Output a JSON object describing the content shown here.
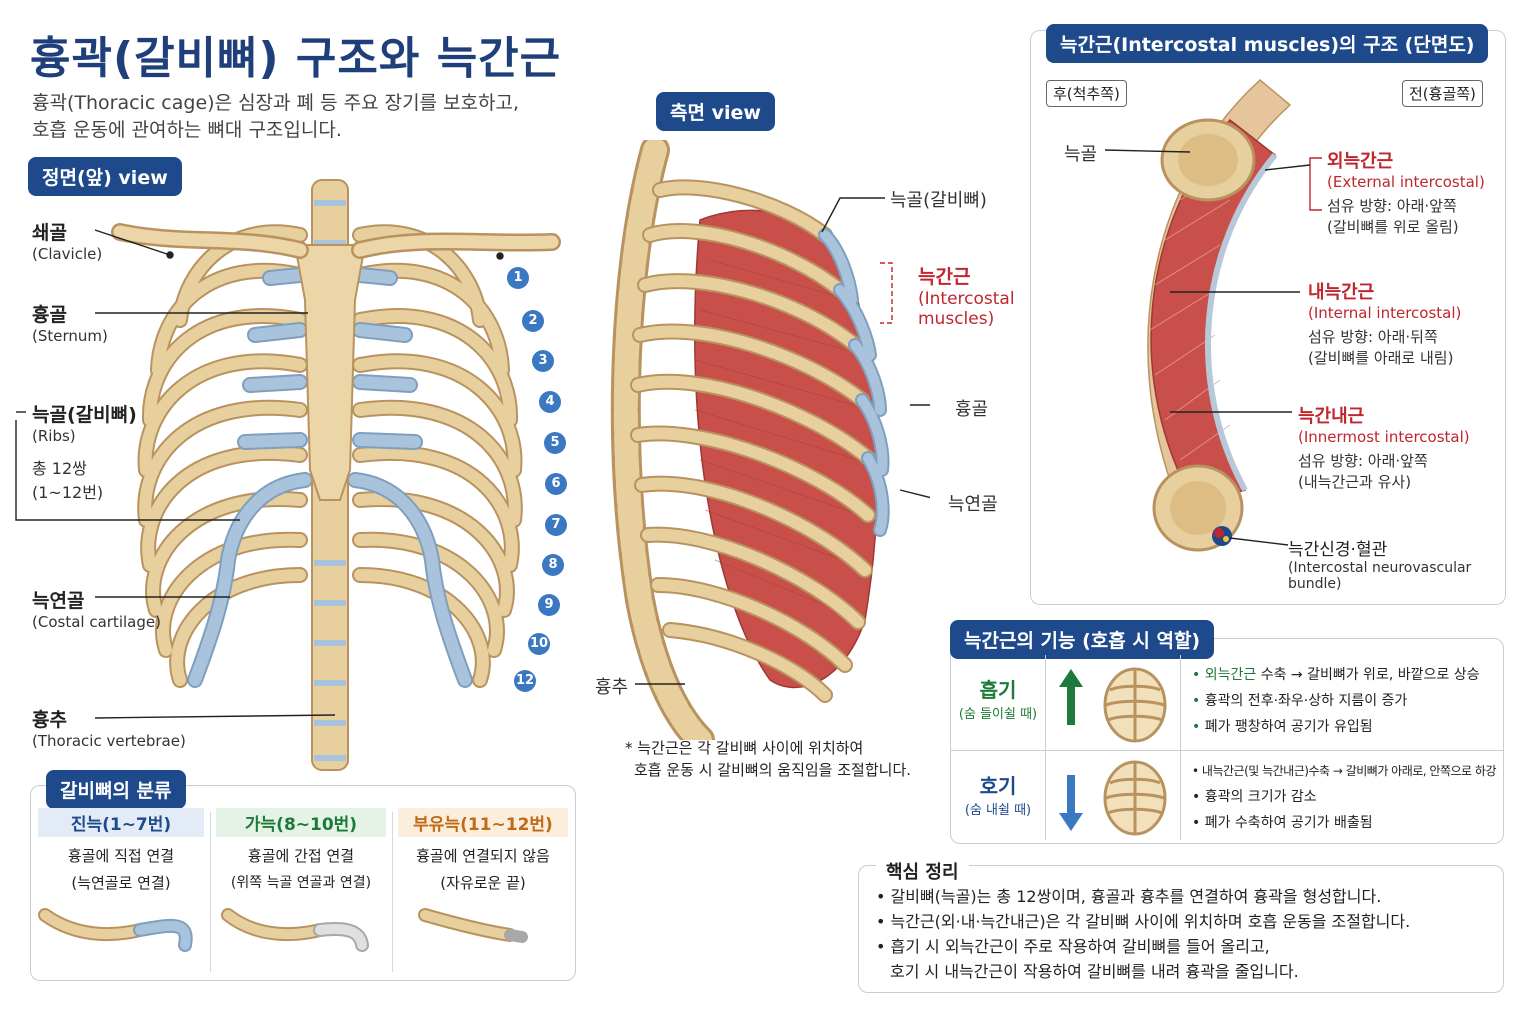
{
  "header": {
    "title": "흉곽(갈비뼈) 구조와 늑간근",
    "subtitle_line1": "흉곽(Thoracic cage)은 심장과 폐 등 주요 장기를 보호하고,",
    "subtitle_line2": "호흡 운동에 관여하는 뼈대 구조입니다."
  },
  "front_view": {
    "tab": "정면(앞) view",
    "clavicle": {
      "main": "쇄골",
      "sub": "(Clavicle)"
    },
    "sternum": {
      "main": "흉골",
      "sub": "(Sternum)"
    },
    "ribs": {
      "main": "늑골(갈비뼈)",
      "sub": "(Ribs)",
      "count1": "총 12쌍",
      "count2": "(1~12번)"
    },
    "cartilage": {
      "main": "늑연골",
      "sub": "(Costal cartilage)"
    },
    "vertebrae": {
      "main": "흉추",
      "sub": "(Thoracic vertebrae)"
    },
    "rib_numbers": [
      "1",
      "2",
      "3",
      "4",
      "5",
      "6",
      "7",
      "8",
      "9",
      "10",
      "12"
    ]
  },
  "side_view": {
    "tab": "측면 view",
    "rib_label": "늑골(갈비뼈)",
    "intercostal_main": "늑간근",
    "intercostal_sub1": "(Intercostal",
    "intercostal_sub2": "muscles)",
    "sternum_label": "흉골",
    "cartilage_label": "늑연골",
    "vertebra_label": "흉추",
    "note_line1": "* 늑간근은 각 갈비뼈 사이에 위치하여",
    "note_line2": "호흡 운동 시 갈비뼈의 움직임을 조절합니다."
  },
  "cross_section": {
    "tab": "늑간근(Intercostal muscles)의 구조 (단면도)",
    "back_tag": "후(척추쪽)",
    "front_tag": "전(흉골쪽)",
    "rib_label": "늑골",
    "external": {
      "main": "외늑간근",
      "sub": "(External intercostal)",
      "d1": "섬유 방향: 아래·앞쪽",
      "d2": "(갈비뼈를 위로 올림)"
    },
    "internal": {
      "main": "내늑간근",
      "sub": "(Internal intercostal)",
      "d1": "섬유 방향: 아래·뒤쪽",
      "d2": "(갈비뼈를 아래로 내림)"
    },
    "innermost": {
      "main": "늑간내근",
      "sub": "(Innermost intercostal)",
      "d1": "섬유 방향: 아래·앞쪽",
      "d2": "(내늑간근과 유사)"
    },
    "nerve": {
      "main": "늑간신경·혈관",
      "sub1": "(Intercostal neurovascular",
      "sub2": "bundle)"
    }
  },
  "functions": {
    "tab": "늑간근의 기능 (호흡 시 역할)",
    "inhale": {
      "title": "흡기",
      "sub": "(숨 들이쉴 때)",
      "b1_green": "외늑간근",
      "b1_rest": " 수축 → 갈비뼈가 위로, 바깥으로 상승",
      "b2": "흉곽의 전후·좌우·상하 지름이 증가",
      "b3": "폐가 팽창하여 공기가 유입됨"
    },
    "exhale": {
      "title": "호기",
      "sub": "(숨 내쉴 때)",
      "b1": "내늑간근(및 늑간내근)수축 → 갈비뼈가 아래로, 안쪽으로 하강",
      "b2": "흉곽의 크기가 감소",
      "b3": "폐가 수축하여 공기가 배출됨"
    }
  },
  "classification": {
    "tab": "갈비뼈의 분류",
    "true": {
      "title": "진늑(1~7번)",
      "l1": "흉골에 직접 연결",
      "l2": "(늑연골로 연결)"
    },
    "false": {
      "title": "가늑(8~10번)",
      "l1": "흉골에 간접 연결",
      "l2": "(위쪽 늑골 연골과 연결)"
    },
    "floating": {
      "title": "부유늑(11~12번)",
      "l1": "흉골에 연결되지 않음",
      "l2": "(자유로운 끝)"
    }
  },
  "summary": {
    "tab": "핵심 정리",
    "l1": "• 갈비뼈(늑골)는 총 12쌍이며, 흉골과 흉추를 연결하여 흉곽을 형성합니다.",
    "l2": "• 늑간근(외·내·늑간내근)은 각 갈비뼈 사이에 위치하며 호흡 운동을 조절합니다.",
    "l3": "• 흡기 시 외늑간근이 주로 작용하여 갈비뼈를 들어 올리고,",
    "l4": "호기 시 내늑간근이 작용하여 갈비뼈를 내려 흉곽을 줄입니다."
  },
  "colors": {
    "bone": "#e8cf9e",
    "bone_dark": "#b89360",
    "cartilage": "#a9c3dc",
    "muscle": "#c9504a",
    "navy": "#1e4a8c",
    "red": "#c0262d",
    "green": "#1d7a3a"
  }
}
